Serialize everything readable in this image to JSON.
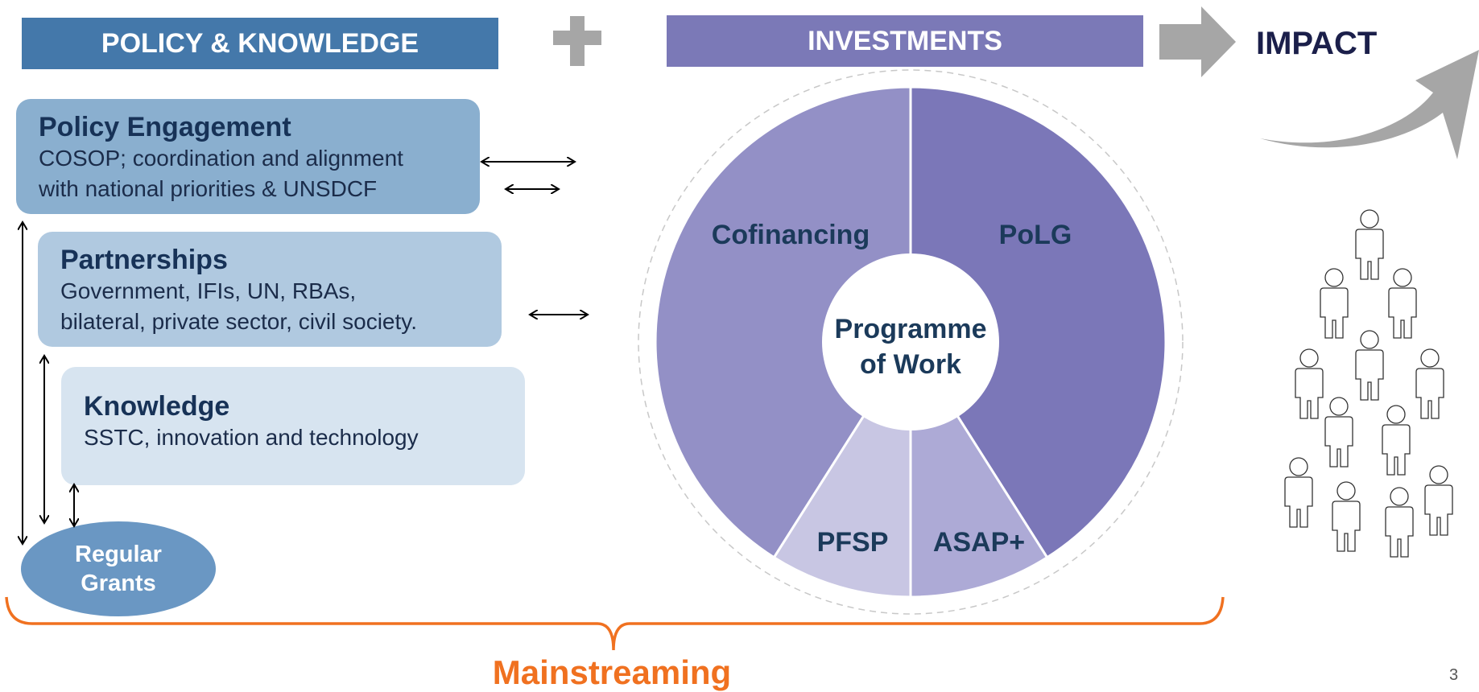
{
  "headers": {
    "policy_knowledge": "POLICY & KNOWLEDGE",
    "investments": "INVESTMENTS",
    "impact": "IMPACT"
  },
  "boxes": {
    "policy": {
      "title": "Policy Engagement",
      "desc_1": "COSOP; coordination and alignment",
      "desc_2": "with national priorities & UNSDCF"
    },
    "partnerships": {
      "title": "Partnerships",
      "desc_1": "Government, IFIs, UN, RBAs,",
      "desc_2": "bilateral, private sector, civil society."
    },
    "knowledge": {
      "title": "Knowledge",
      "desc_1": "SSTC, innovation and technology"
    }
  },
  "grants": {
    "line_1": "Regular",
    "line_2": "Grants"
  },
  "pie": {
    "segments": {
      "cofinancing": "Cofinancing",
      "polg": "PoLG",
      "pfsp": "PFSP",
      "asap": "ASAP+"
    },
    "center_line_1": "Programme",
    "center_line_2": "of Work"
  },
  "mainstreaming": "Mainstreaming",
  "page_number": "3",
  "colors": {
    "policy_header": "#4478AA",
    "investments_header": "#7B79B7",
    "cofinancing": "#9390C6",
    "polg": "#7B77B8",
    "pfsp": "#C8C6E3",
    "asap": "#ADAAD6",
    "mainstreaming": "#F07120",
    "impact_text": "#1B1F4A"
  }
}
